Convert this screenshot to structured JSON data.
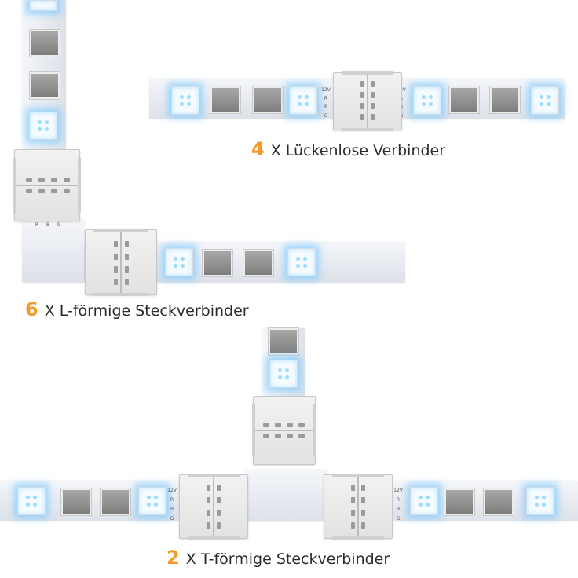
{
  "colors": {
    "accent": "#f39a2a",
    "text": "#2b2b2b",
    "strip": "#e7eaf0",
    "led_glow": "#78c8ff",
    "chip": "#8f8f8f"
  },
  "pad_labels": [
    "12V",
    "R",
    "B",
    "G"
  ],
  "captions": {
    "gapless": {
      "qty": "4",
      "text": "X Lückenlose Verbinder"
    },
    "l_shaped": {
      "qty": "6",
      "text": "X L-förmige Steckverbinder"
    },
    "t_shaped": {
      "qty": "2",
      "text": "X T-förmige Steckverbinder"
    }
  }
}
